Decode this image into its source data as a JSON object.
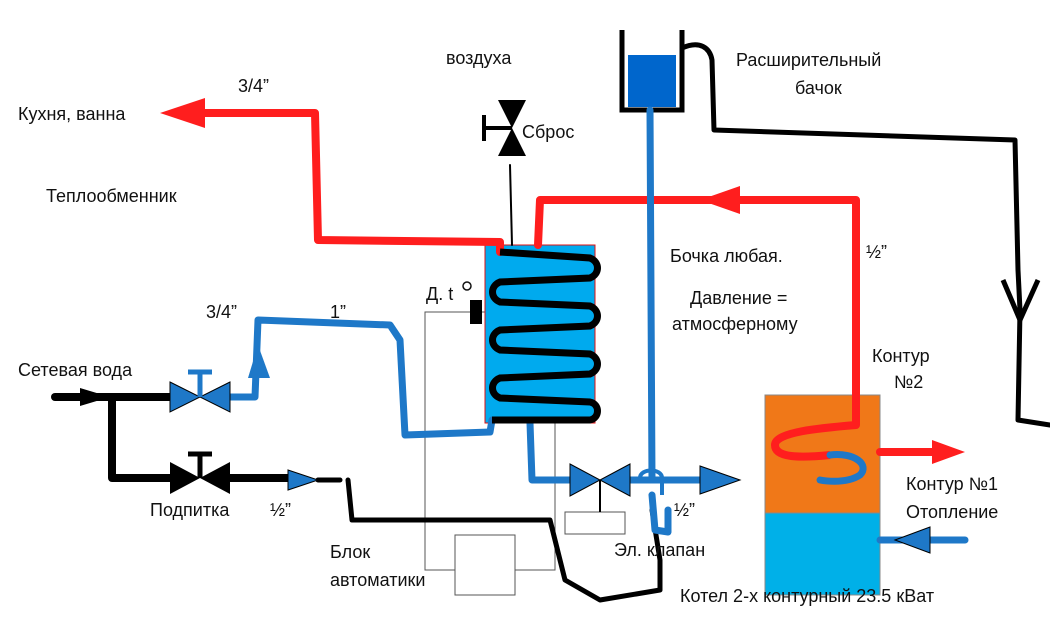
{
  "labels": {
    "kitchen_bath": "Кухня, ванна",
    "size_top": "3/4”",
    "air": "воздуха",
    "vent": "Сброс",
    "heat_exchanger": "Теплообменник",
    "expansion_l1": "Расширительный",
    "expansion_l2": "бачок",
    "barrel": "Бочка любая.",
    "pressure_l1": "Давление =",
    "pressure_l2": "атмосферному",
    "half_right": "½”",
    "temp_sensor": "Д. t",
    "size_in": "3/4”",
    "one_inch": "1”",
    "mains_water": "Сетевая вода",
    "circuit2_l1": "Контур",
    "circuit2_l2": "№2",
    "refill": "Подпитка",
    "half_refill": "½”",
    "half_valve": "½”",
    "circuit1_l1": "Контур №1",
    "circuit1_l2": "Отопление",
    "auto_l1": "Блок",
    "auto_l2": "автоматики",
    "el_valve": "Эл. клапан",
    "boiler": "Котел 2-х контурный 23.5 кВат"
  },
  "colors": {
    "hot": "#ff1e1e",
    "cold": "#1e78c8",
    "wire": "#000000",
    "tank": "#00aaee",
    "boiler_top": "#f07818",
    "boiler_bottom": "#00b0e8",
    "exp_tank": "#0066cc"
  }
}
